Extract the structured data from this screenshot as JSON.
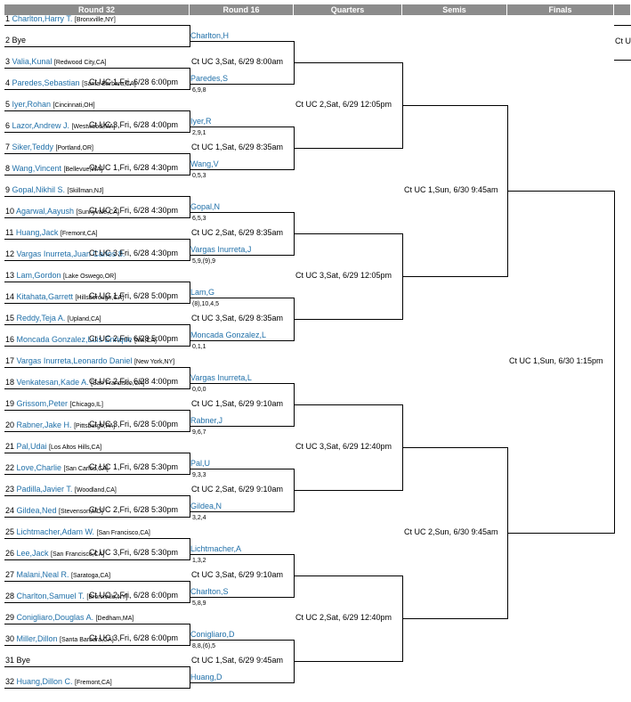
{
  "headers": [
    "Round 32",
    "Round 16",
    "Quarters",
    "Semis",
    "Finals"
  ],
  "r32": [
    {
      "n": "1",
      "name": "Charlton,Harry T.",
      "loc": "[Bronxville,NY]"
    },
    {
      "n": "2",
      "name": "Bye",
      "loc": ""
    },
    {
      "n": "3",
      "name": "Valia,Kunal",
      "loc": "[Redwood City,CA]"
    },
    {
      "n": "4",
      "name": "Paredes,Sebastian",
      "loc": "[Santa Barbara,CA]"
    },
    {
      "n": "5",
      "name": "Iyer,Rohan",
      "loc": "[Cincinnati,OH]"
    },
    {
      "n": "6",
      "name": "Lazor,Andrew J.",
      "loc": "[Westwood,MA]"
    },
    {
      "n": "7",
      "name": "Siker,Teddy",
      "loc": "[Portland,OR]"
    },
    {
      "n": "8",
      "name": "Wang,Vincent",
      "loc": "[Bellevue,WA]"
    },
    {
      "n": "9",
      "name": "Gopal,Nikhil S.",
      "loc": "[Skillman,NJ]"
    },
    {
      "n": "10",
      "name": "Agarwal,Aayush",
      "loc": "[Sunnyvale,CA]"
    },
    {
      "n": "11",
      "name": "Huang,Jack",
      "loc": "[Fremont,CA]"
    },
    {
      "n": "12",
      "name": "Vargas Inurreta,Juan Carlos 8.",
      "loc": ""
    },
    {
      "n": "13",
      "name": "Lam,Gordon",
      "loc": "[Lake Oswego,OR]"
    },
    {
      "n": "14",
      "name": "Kitahata,Garrett",
      "loc": "[Hillsborough,CA]"
    },
    {
      "n": "15",
      "name": "Reddy,Teja A.",
      "loc": "[Upland,CA]"
    },
    {
      "n": "16",
      "name": "Moncada Gonzalez,Luis Enrique",
      "loc": "[Mx,CA]"
    },
    {
      "n": "17",
      "name": "Vargas Inurreta,Leonardo Daniel",
      "loc": "[New York,NY]"
    },
    {
      "n": "18",
      "name": "Venkatesan,Kade A.",
      "loc": "[San Francisco,CA]"
    },
    {
      "n": "19",
      "name": "Grissom,Peter",
      "loc": "[Chicago,IL]"
    },
    {
      "n": "20",
      "name": "Rabner,Jake H.",
      "loc": "[Pittsburgh,PA]"
    },
    {
      "n": "21",
      "name": "Pal,Udai",
      "loc": "[Los Altos Hills,CA]"
    },
    {
      "n": "22",
      "name": "Love,Charlie",
      "loc": "[San Carlos,CA]"
    },
    {
      "n": "23",
      "name": "Padilla,Javier T.",
      "loc": "[Woodland,CA]"
    },
    {
      "n": "24",
      "name": "Gildea,Ned",
      "loc": "[Stevenson,MD]"
    },
    {
      "n": "25",
      "name": "Lichtmacher,Adam W.",
      "loc": "[San Francisco,CA]"
    },
    {
      "n": "26",
      "name": "Lee,Jack",
      "loc": "[San Francisco,CA]"
    },
    {
      "n": "27",
      "name": "Malani,Neal R.",
      "loc": "[Saratoga,CA]"
    },
    {
      "n": "28",
      "name": "Charlton,Samuel T.",
      "loc": "[Bronxville,NY]"
    },
    {
      "n": "29",
      "name": "Conigliaro,Douglas A.",
      "loc": "[Dedham,MA]"
    },
    {
      "n": "30",
      "name": "Miller,Dillon",
      "loc": "[Santa Barbara,CA]"
    },
    {
      "n": "31",
      "name": "Bye",
      "loc": ""
    },
    {
      "n": "32",
      "name": "Huang,Dillon C.",
      "loc": "[Fremont,CA]"
    }
  ],
  "r32_sched": [
    "",
    "Ct UC 1,Fri, 6/28 6:00pm",
    "Ct UC 3,Fri, 6/28 4:00pm",
    "Ct UC 1,Fri, 6/28 4:30pm",
    "Ct UC 2,Fri, 6/28 4:30pm",
    "Ct UC 3,Fri, 6/28 4:30pm",
    "Ct UC 1,Fri, 6/28 5:00pm",
    "Ct UC 2,Fri, 6/28 5:00pm",
    "Ct UC 2,Fri, 6/28 4:00pm",
    "Ct UC 3,Fri, 6/28 5:00pm",
    "Ct UC 1,Fri, 6/28 5:30pm",
    "Ct UC 2,Fri, 6/28 5:30pm",
    "Ct UC 3,Fri, 6/28 5:30pm",
    "Ct UC 2,Fri, 6/28 6:00pm",
    "Ct UC 3,Fri, 6/28 6:00pm",
    ""
  ],
  "r16": [
    {
      "name": "Charlton,H",
      "score": ""
    },
    {
      "name": "Paredes,S",
      "score": "6,9,8"
    },
    {
      "name": "Iyer,R",
      "score": "2,9,1"
    },
    {
      "name": "Wang,V",
      "score": "0,5,3"
    },
    {
      "name": "Gopal,N",
      "score": "6,5,3"
    },
    {
      "name": "Vargas Inurreta,J",
      "score": "5,9,(9),9"
    },
    {
      "name": "Lam,G",
      "score": "(8),10,4,5"
    },
    {
      "name": "Moncada Gonzalez,L",
      "score": "0,1,1"
    },
    {
      "name": "Vargas Inurreta,L",
      "score": "0,0,0"
    },
    {
      "name": "Rabner,J",
      "score": "9,6,7"
    },
    {
      "name": "Pal,U",
      "score": "9,3,3"
    },
    {
      "name": "Gildea,N",
      "score": "3,2,4"
    },
    {
      "name": "Lichtmacher,A",
      "score": "1,3,2"
    },
    {
      "name": "Charlton,S",
      "score": "5,8,9"
    },
    {
      "name": "Conigliaro,D",
      "score": "8,8,(6),5"
    },
    {
      "name": "Huang,D",
      "score": ""
    }
  ],
  "r16_sched": [
    "Ct UC 3,Sat, 6/29 8:00am",
    "Ct UC 1,Sat, 6/29 8:35am",
    "Ct UC 2,Sat, 6/29 8:35am",
    "Ct UC 3,Sat, 6/29 8:35am",
    "Ct UC 1,Sat, 6/29 9:10am",
    "Ct UC 2,Sat, 6/29 9:10am",
    "Ct UC 3,Sat, 6/29 9:10am",
    "Ct UC 1,Sat, 6/29 9:45am"
  ],
  "qf_sched": [
    "Ct UC 2,Sat, 6/29 12:05pm",
    "Ct UC 3,Sat, 6/29 12:05pm",
    "Ct UC 3,Sat, 6/29 12:40pm",
    "Ct UC 2,Sat, 6/29 12:40pm"
  ],
  "sf_sched": [
    "Ct UC 1,Sun, 6/30 9:45am",
    "Ct UC 2,Sun, 6/30 9:45am"
  ],
  "final_sched": "Ct UC 1,Sun, 6/30 1:15pm",
  "extra_label": "Ct U"
}
